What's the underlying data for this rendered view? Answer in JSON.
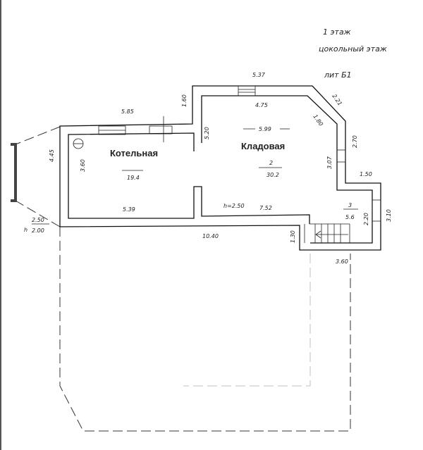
{
  "header": {
    "floor": "1 этаж",
    "floor_type": "цокольный этаж",
    "letter": "лит Б1"
  },
  "rooms": [
    {
      "name": "Котельная",
      "number": "",
      "area": "19.4"
    },
    {
      "name": "Кладовая",
      "number": "2",
      "area": "30.2"
    },
    {
      "name": "",
      "number": "3",
      "area": "5.6"
    }
  ],
  "dimensions": {
    "top_left": "5.85",
    "left_outer": "4.45",
    "left_inner": "3.60",
    "left_bottom": "5.39",
    "wall_160": "1.60",
    "wall_520": "5.20",
    "top_right": "5.37",
    "top_right_inner": "4.75",
    "diag_outer": "2.21",
    "diag_inner": "1.80",
    "right_270": "2.70",
    "right_307": "3.07",
    "width_599": "5.99",
    "step_150": "1.50",
    "right_310": "3.10",
    "right_220": "2.20",
    "bottom_752": "7.52",
    "height_inside": "h=2.50",
    "bottom_total": "10.40",
    "stair_130": "1.30",
    "stair_360": "3.60",
    "h_label": "h",
    "h_top": "2.50",
    "h_bottom": "2.00"
  }
}
